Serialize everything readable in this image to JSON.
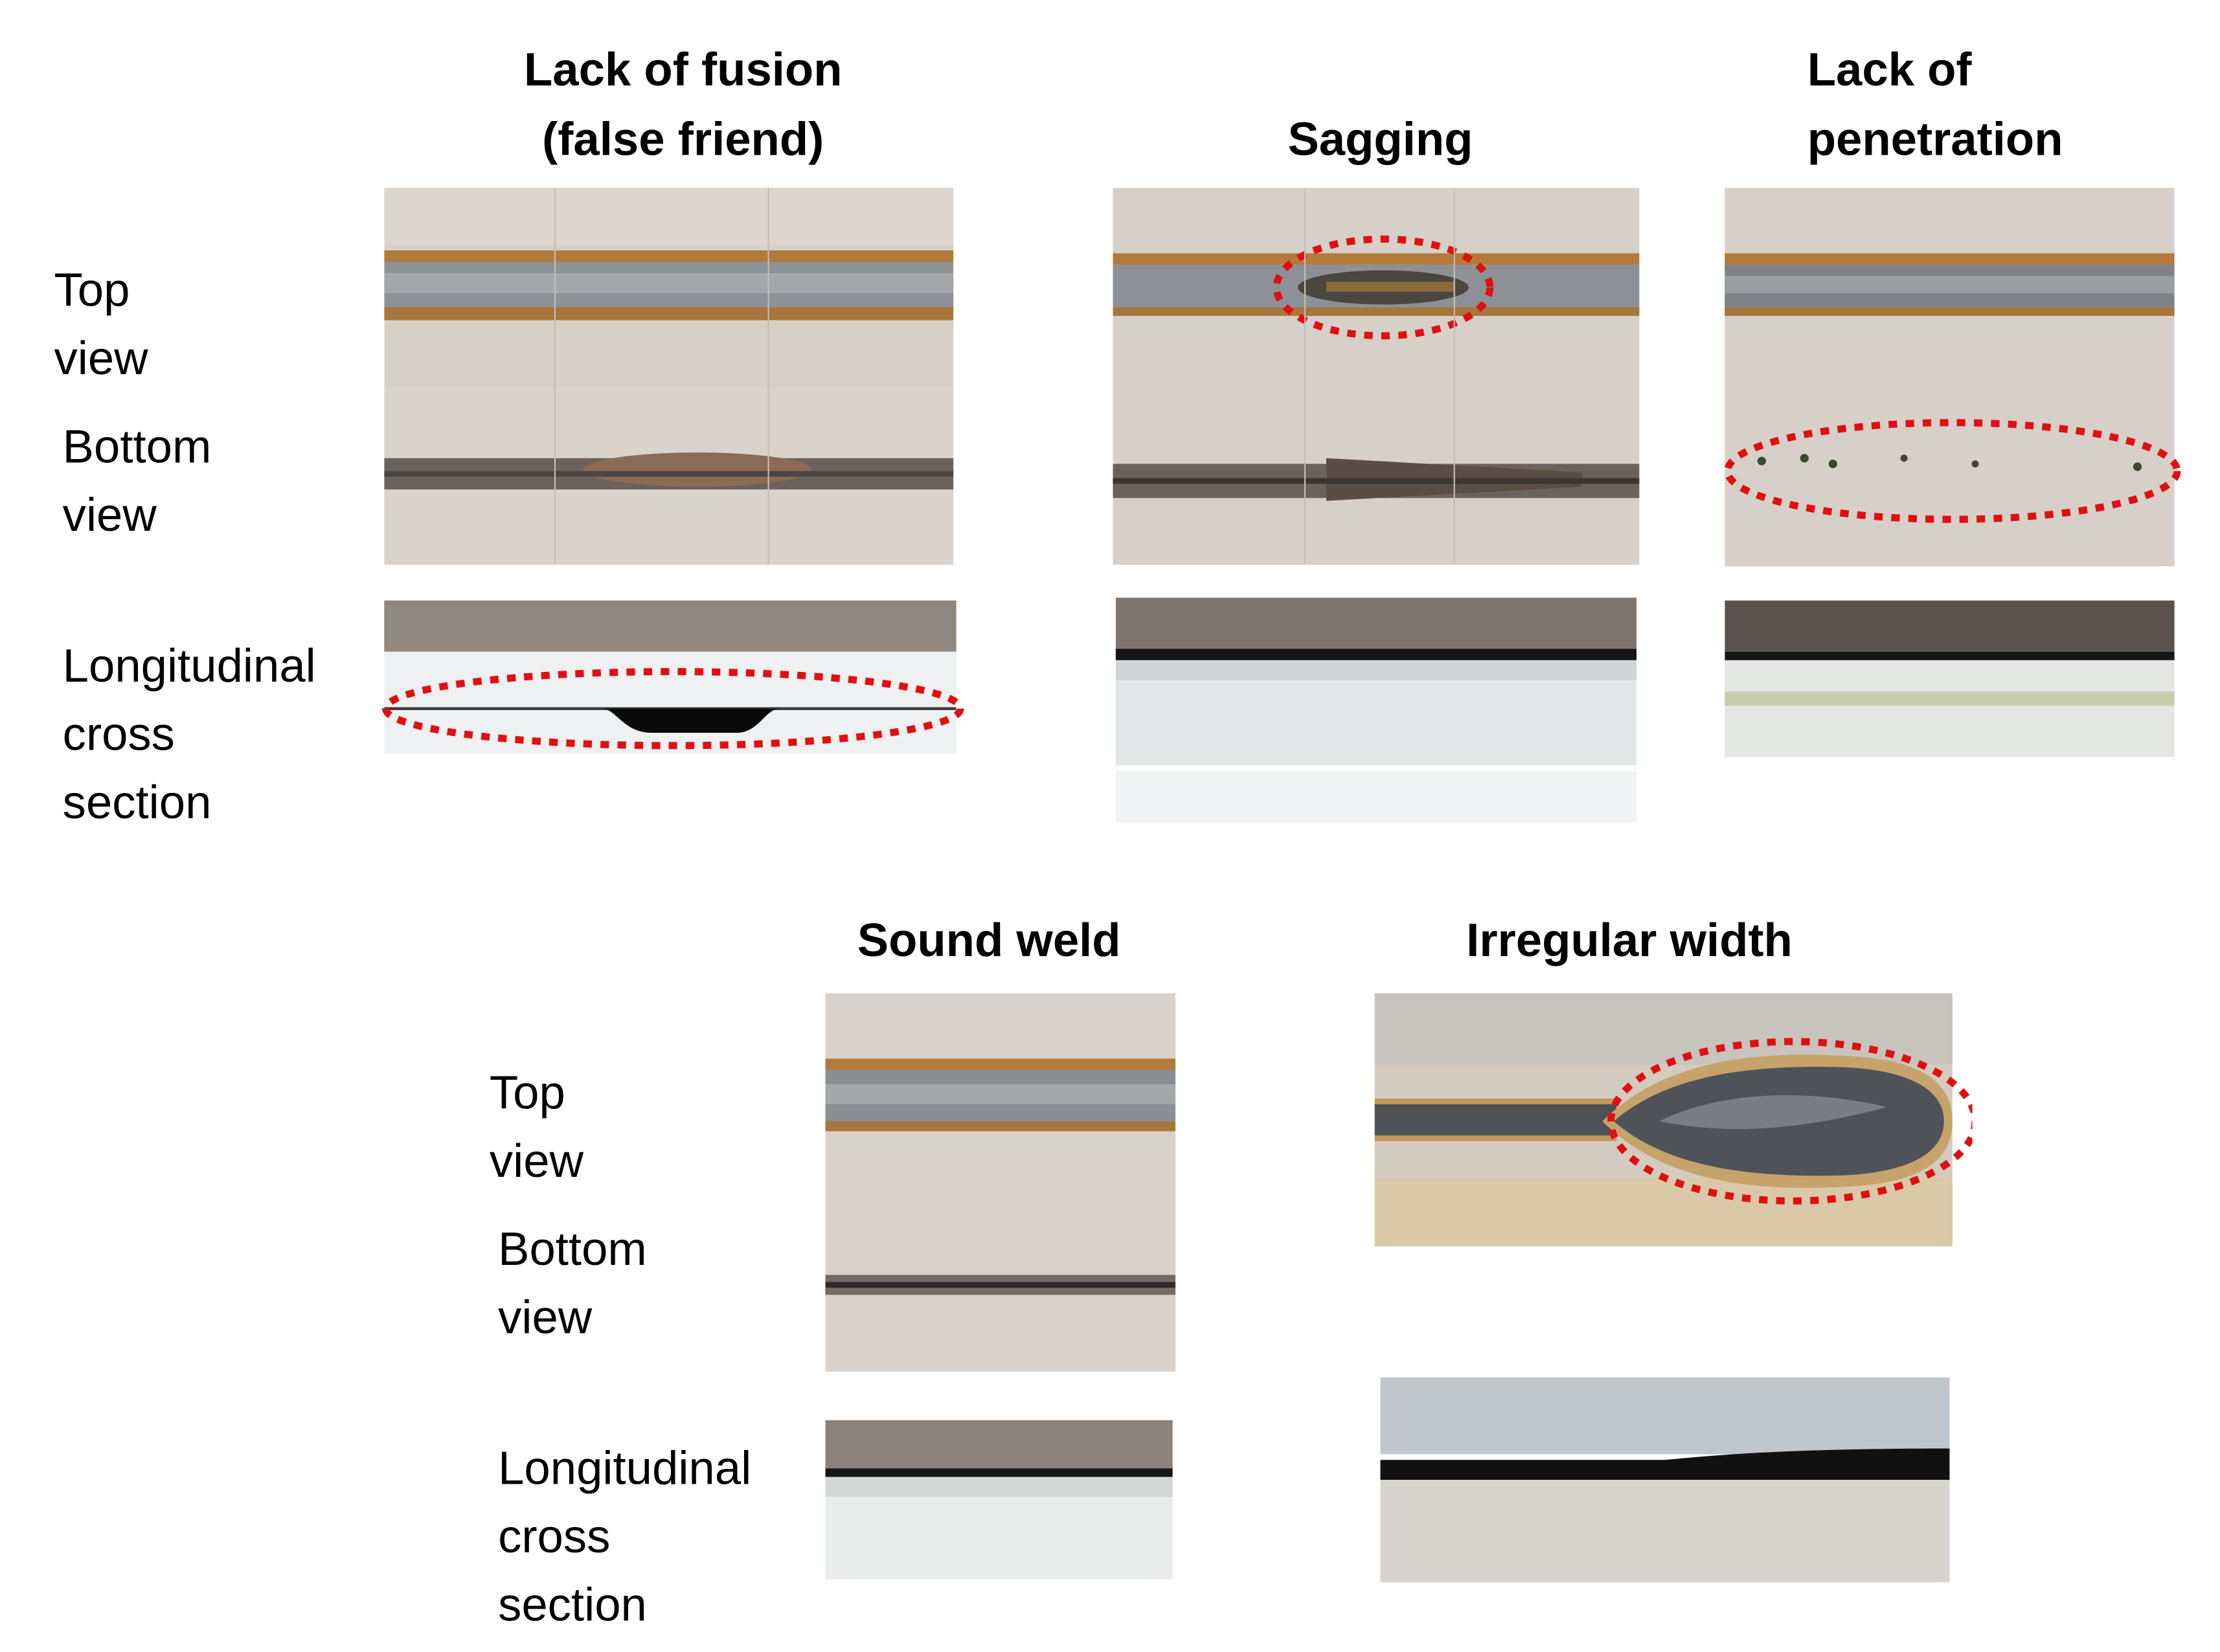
{
  "figure": {
    "top_row": {
      "columns": [
        {
          "title_lines": [
            "Lack of fusion",
            "(false friend)"
          ]
        },
        {
          "title_lines": [
            "Sagging"
          ]
        },
        {
          "title_lines": [
            "Lack of",
            "penetration"
          ]
        }
      ],
      "row_labels": {
        "top_view": [
          "Top",
          "view"
        ],
        "bottom_view": [
          "Bottom",
          "view"
        ],
        "cross_section": [
          "Longitudinal",
          "cross",
          "section"
        ]
      }
    },
    "bottom_row": {
      "columns": [
        {
          "title_lines": [
            "Sound weld"
          ]
        },
        {
          "title_lines": [
            "Irregular width"
          ]
        }
      ],
      "row_labels": {
        "top_view": [
          "Top",
          "view"
        ],
        "bottom_view": [
          "Bottom",
          "view"
        ],
        "cross_section": [
          "Longitudinal",
          "cross",
          "section"
        ]
      }
    },
    "highlight_color": "#e01010"
  }
}
